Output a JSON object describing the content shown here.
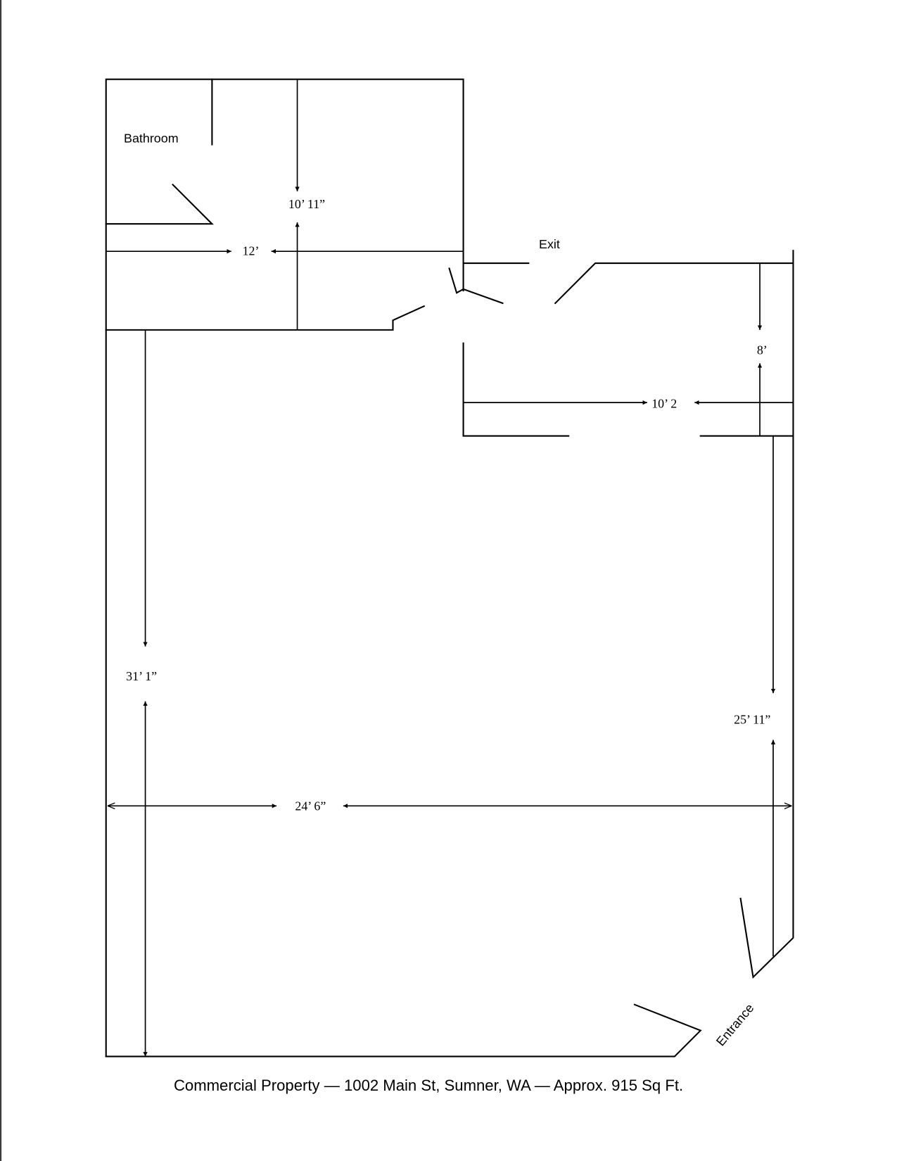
{
  "plan": {
    "rooms": {
      "bathroom": "Bathroom"
    },
    "openings": {
      "exit": "Exit",
      "entrance": "Entrance"
    },
    "dimensions": {
      "upper_height": "10’ 11”",
      "upper_width": "12’",
      "corridor_height": "8’",
      "corridor_width": "10’ 2",
      "left_height": "31’ 1”",
      "right_height": "25’ 11”",
      "main_width": "24’ 6”"
    },
    "caption": "Commercial Property — 1002 Main St, Sumner, WA —  Approx. 915 Sq Ft."
  },
  "colors": {
    "line": "#000000",
    "background": "#ffffff"
  }
}
